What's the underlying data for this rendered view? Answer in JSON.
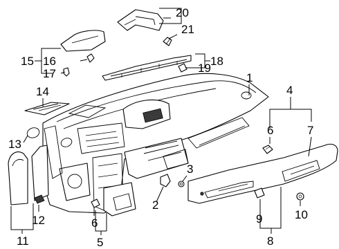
{
  "callouts": {
    "c1": "1",
    "c2": "2",
    "c3": "3",
    "c4": "4",
    "c5": "5",
    "c6a": "6",
    "c6b": "6",
    "c7": "7",
    "c8": "8",
    "c9": "9",
    "c10": "10",
    "c11": "11",
    "c12": "12",
    "c13": "13",
    "c14": "14",
    "c15": "15",
    "c16": "16",
    "c17": "17",
    "c18": "18",
    "c19": "19",
    "c20": "20",
    "c21": "21"
  }
}
